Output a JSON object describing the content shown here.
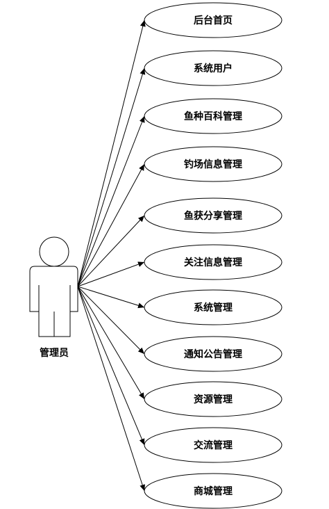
{
  "actor": {
    "label": "管理员"
  },
  "use_cases": [
    {
      "label": "后台首页"
    },
    {
      "label": "系统用户"
    },
    {
      "label": "鱼种百科管理"
    },
    {
      "label": "钓场信息管理"
    },
    {
      "label": "鱼获分享管理"
    },
    {
      "label": "关注信息管理"
    },
    {
      "label": "系统管理"
    },
    {
      "label": "通知公告管理"
    },
    {
      "label": "资源管理"
    },
    {
      "label": "交流管理"
    },
    {
      "label": "商城管理"
    }
  ],
  "colors": {
    "stroke": "#000000",
    "fill": "#ffffff"
  }
}
